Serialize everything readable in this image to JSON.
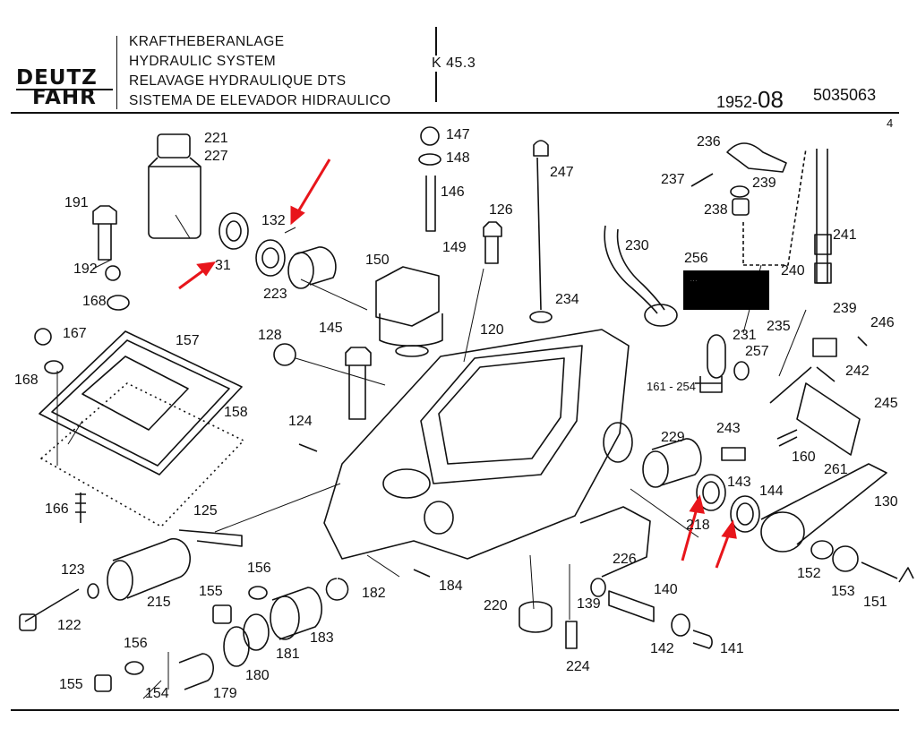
{
  "header": {
    "logo_line1": "DEUTZ",
    "logo_line2": "FAHR",
    "titles": [
      "KRAFTHEBERANLAGE",
      "HYDRAULIC SYSTEM",
      "RELAVAGE HYDRAULIQUE DTS",
      "SISTEMA DE ELEVADOR HIDRAULICO"
    ],
    "group_code": "K 45.3",
    "year_prefix": "1952-",
    "year_suffix": "08",
    "part_number": "5035063",
    "page_mark": "4"
  },
  "colors": {
    "arrow": "#e8151b",
    "line": "#111111"
  },
  "part_labels": [
    "221",
    "227",
    "147",
    "148",
    "146",
    "126",
    "247",
    "236",
    "237",
    "239",
    "238",
    "191",
    "132",
    "31",
    "223",
    "149",
    "150",
    "230",
    "241",
    "256",
    "192",
    "168",
    "167",
    "157",
    "128",
    "145",
    "120",
    "234",
    "240",
    "239",
    "235",
    "246",
    "231",
    "257",
    "242",
    "161 - 254",
    "245",
    "168",
    "158",
    "124",
    "243",
    "229",
    "160",
    "261",
    "143",
    "144",
    "130",
    "166",
    "125",
    "218",
    "226",
    "123",
    "215",
    "156",
    "155",
    "182",
    "184",
    "152",
    "153",
    "151",
    "122",
    "220",
    "139",
    "140",
    "183",
    "181",
    "156",
    "180",
    "142",
    "141",
    "155",
    "154",
    "179",
    "224"
  ],
  "decal_text": "..."
}
